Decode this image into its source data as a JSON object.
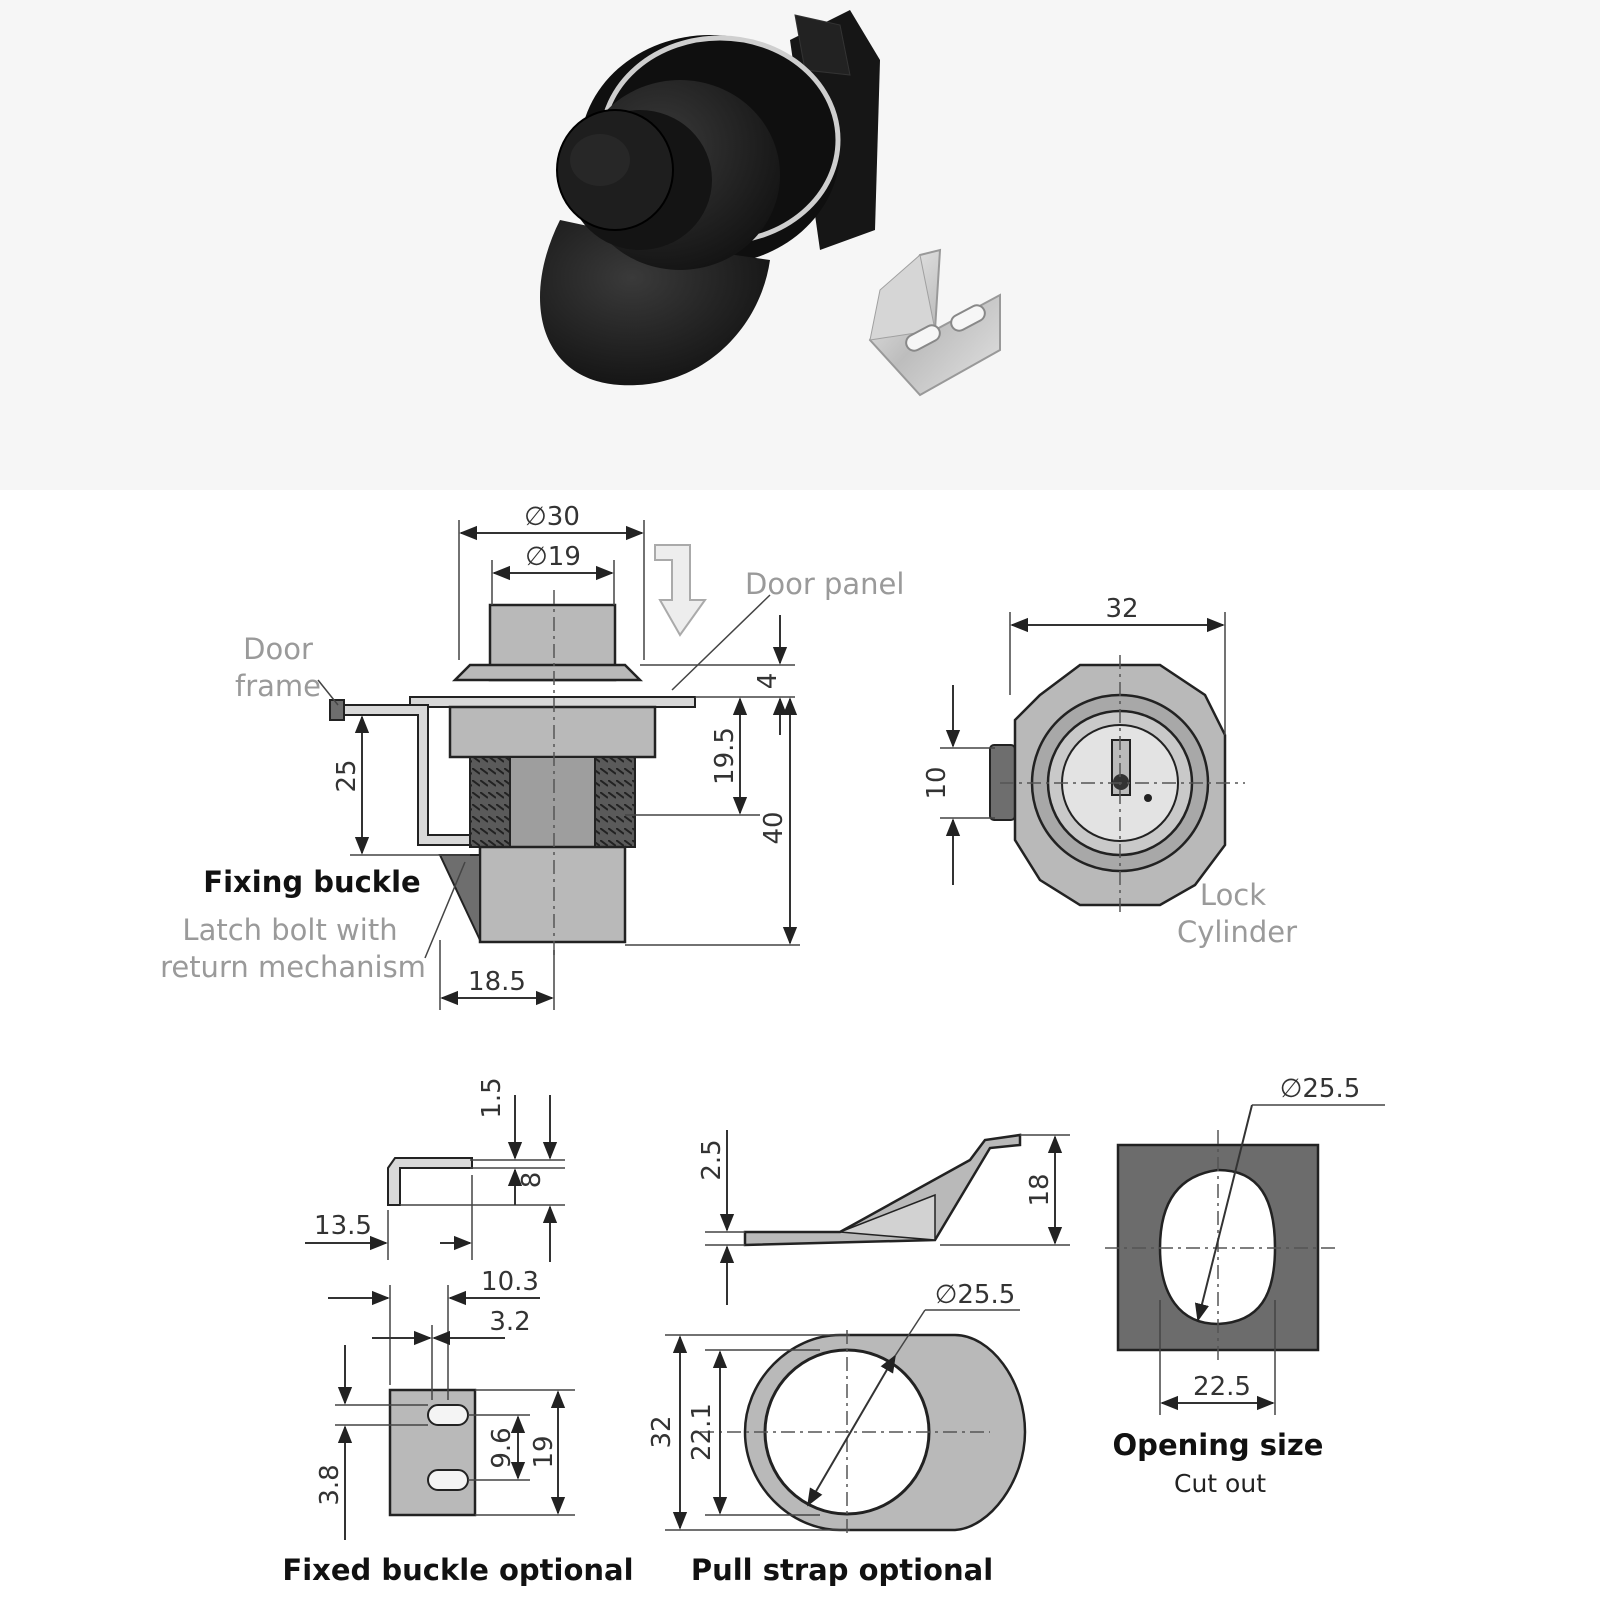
{
  "dimensions": {
    "main": [
      "∅30",
      "∅19",
      "4",
      "19.5",
      "40",
      "25",
      "18.5"
    ],
    "side": [
      "32",
      "10"
    ],
    "buckle": [
      "1.5",
      "8",
      "13.5",
      "10.3",
      "3.2",
      "9.6",
      "19",
      "3.8"
    ],
    "strap": [
      "2.5",
      "18",
      "∅25.5",
      "32",
      "22.1"
    ],
    "cutout": [
      "∅25.5",
      "22.5"
    ]
  },
  "labels": {
    "door_panel": "Door panel",
    "door_frame_line1": "Door",
    "door_frame_line2": "frame",
    "fixing_buckle": "Fixing buckle",
    "latch_line1": "Latch bolt with",
    "latch_line2": "return mechanism",
    "lock_line1": "Lock",
    "lock_line2": "Cylinder",
    "fixed_buckle_optional": "Fixed buckle optional",
    "pull_strap_optional": "Pull strap optional",
    "opening_size": "Opening size",
    "cut_out": "Cut out"
  },
  "colors": {
    "photo_background": "#f6f6f6",
    "part_body": "#1b1b1b",
    "bracket_steel": "#cfcfcf",
    "callout_text": "#9a9a9a"
  }
}
